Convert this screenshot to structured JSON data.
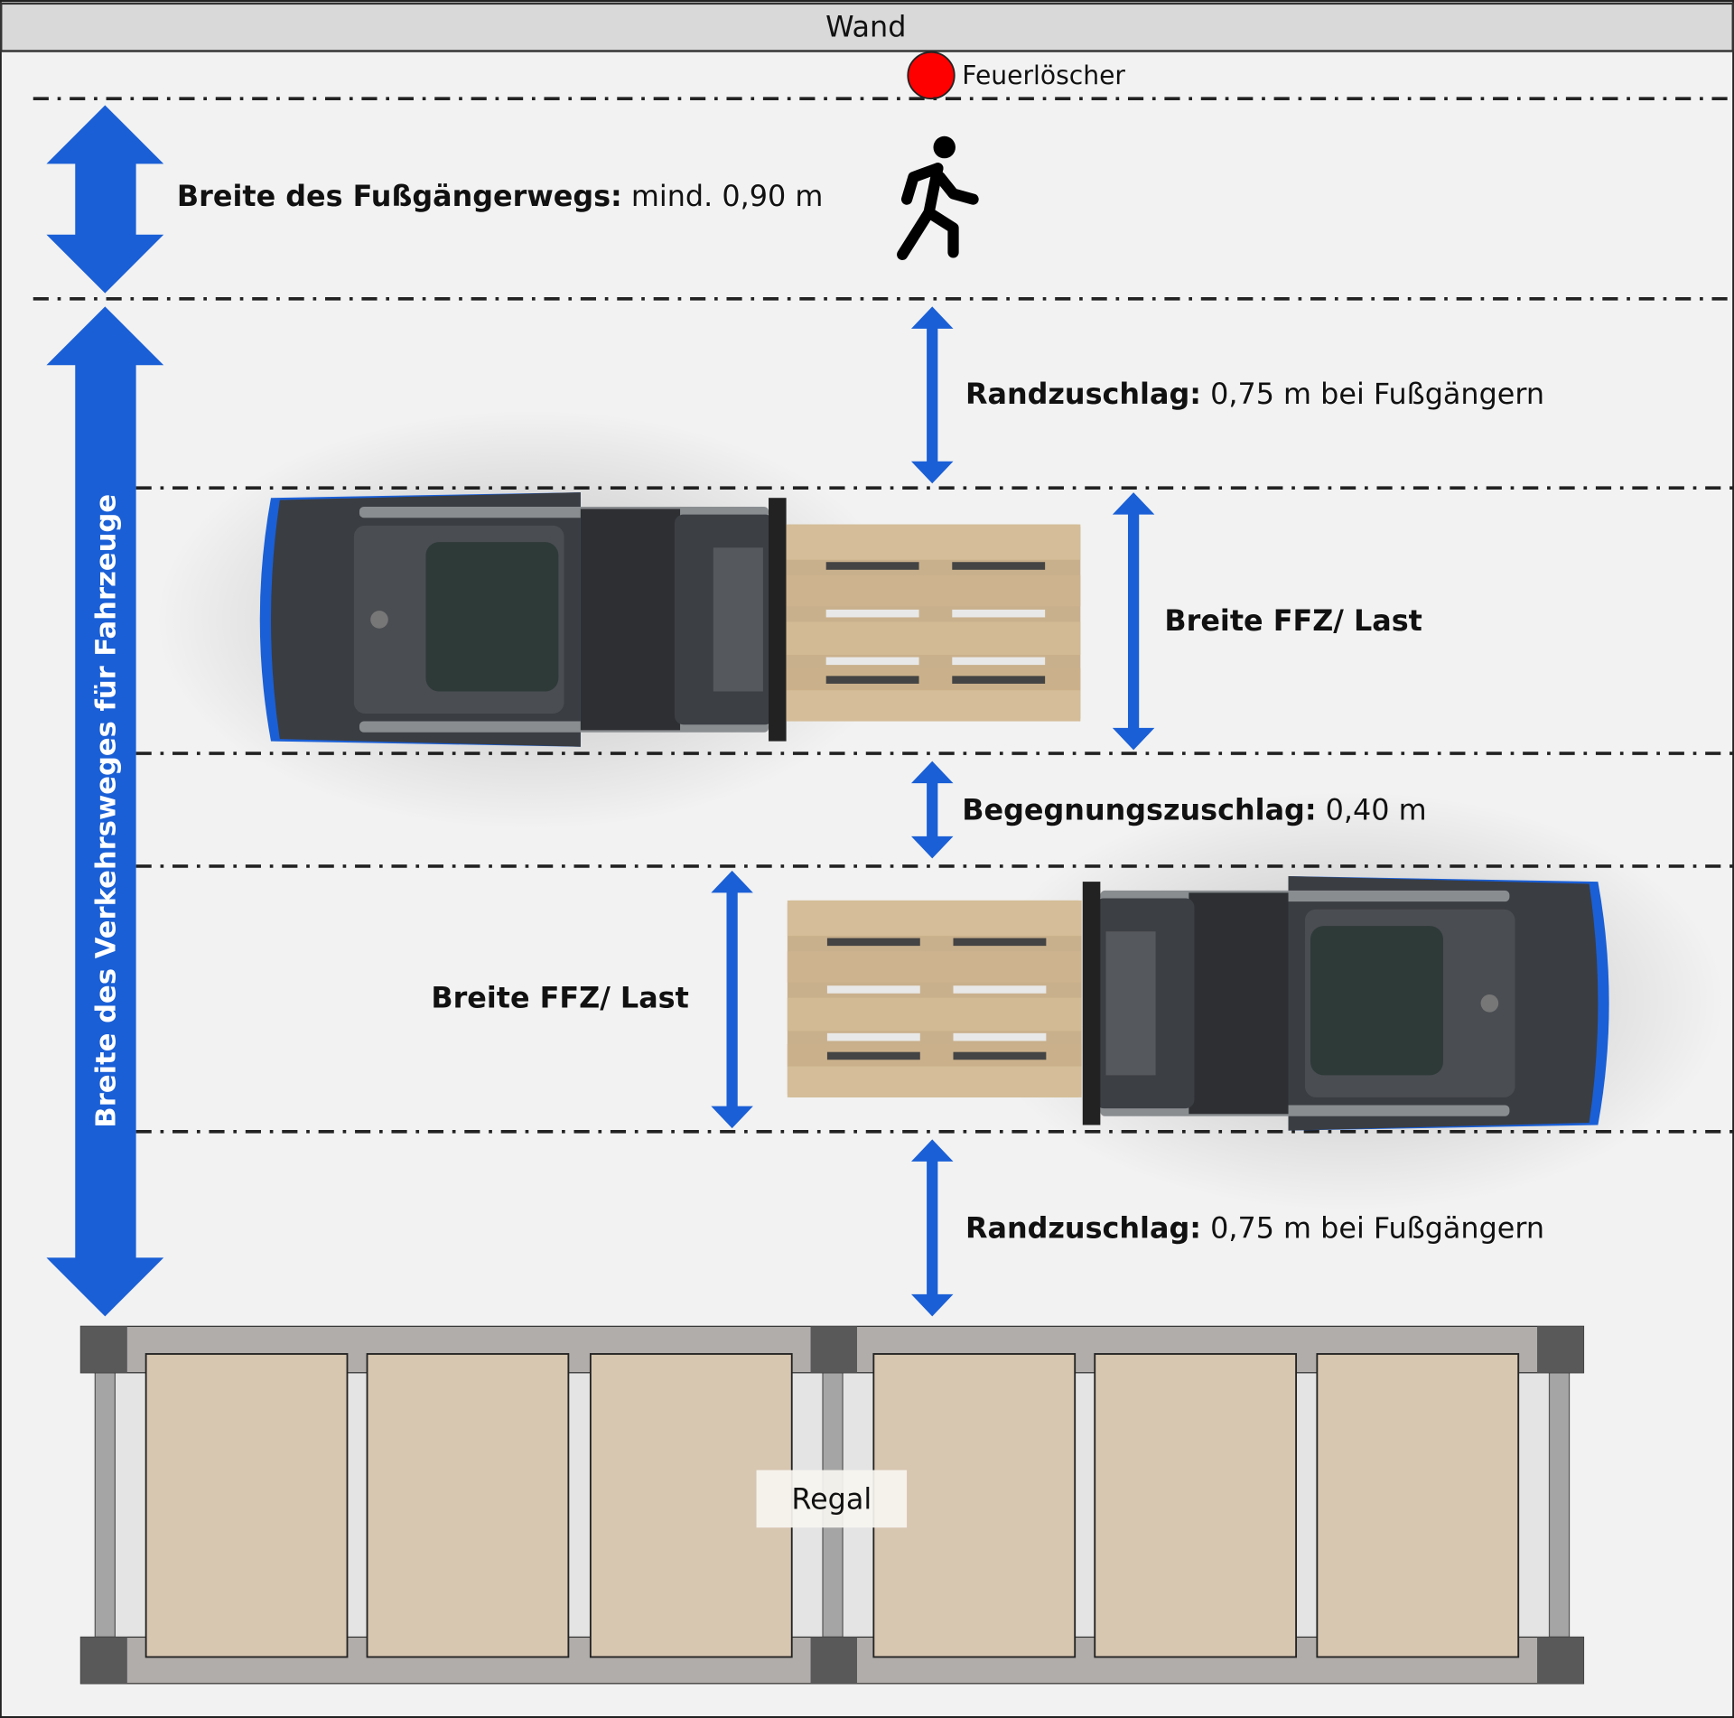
{
  "wall": {
    "label": "Wand"
  },
  "extinguisher": {
    "label": "Feuerlöscher",
    "color": "#ff0000"
  },
  "pedestrian_path": {
    "label_bold": "Breite des Fußgängerwegs:",
    "label_value": " mind. 0,90 m"
  },
  "traffic_route": {
    "label": "Breite des Verkehrsweges für Fahrzeuge"
  },
  "margin_top": {
    "label_bold": "Randzuschlag:",
    "label_value": " 0,75 m bei Fußgängern"
  },
  "vehicle_width_1": {
    "label": "Breite FFZ/ Last"
  },
  "encounter": {
    "label_bold": "Begegnungszuschlag:",
    "label_value": " 0,40 m"
  },
  "vehicle_width_2": {
    "label": "Breite FFZ/ Last"
  },
  "margin_bottom": {
    "label_bold": "Randzuschlag:",
    "label_value": " 0,75 m bei Fußgängern"
  },
  "shelf": {
    "label": "Regal"
  },
  "colors": {
    "arrow": "#1a5fd6",
    "background": "#f2f2f2",
    "wall": "#d9d9d9",
    "shelf_box": "#d7c6b0"
  }
}
